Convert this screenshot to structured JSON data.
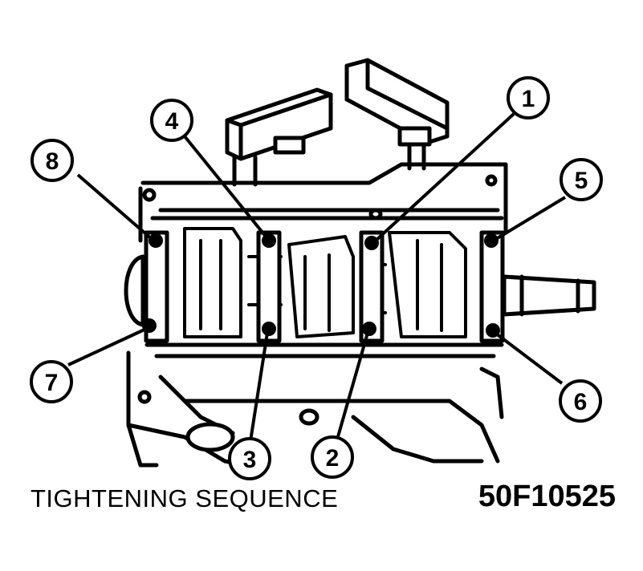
{
  "diagram": {
    "caption": "TIGHTENING SEQUENCE",
    "figure_number": "50F10525",
    "callouts": [
      "1",
      "2",
      "3",
      "4",
      "5",
      "6",
      "7",
      "8"
    ]
  }
}
